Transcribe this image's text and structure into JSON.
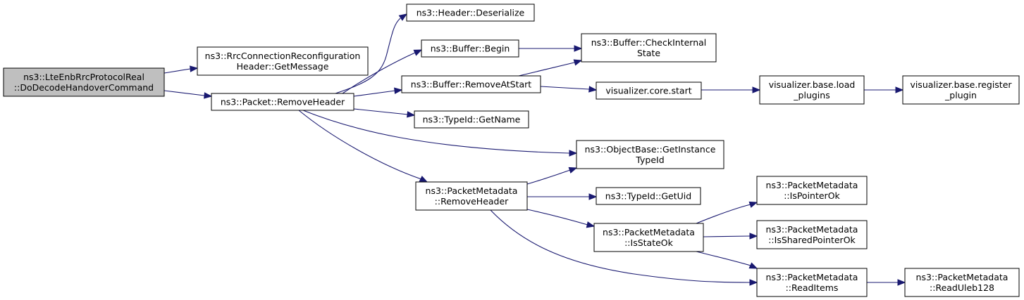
{
  "graph": {
    "edge_color": "#191970",
    "root_fill": "#bfbfbf",
    "node_fill": "#ffffff",
    "nodes": [
      {
        "id": "root",
        "lines": [
          "ns3::LteEnbRrcProtocolReal",
          "::DoDecodeHandoverCommand"
        ]
      },
      {
        "id": "rrc_getmsg",
        "lines": [
          "ns3::RrcConnectionReconfiguration",
          "Header::GetMessage"
        ]
      },
      {
        "id": "pkt_removehdr",
        "lines": [
          "ns3::Packet::RemoveHeader"
        ]
      },
      {
        "id": "hdr_deser",
        "lines": [
          "ns3::Header::Deserialize"
        ]
      },
      {
        "id": "buf_begin",
        "lines": [
          "ns3::Buffer::Begin"
        ]
      },
      {
        "id": "buf_check",
        "lines": [
          "ns3::Buffer::CheckInternal",
          "State"
        ]
      },
      {
        "id": "buf_removeat",
        "lines": [
          "ns3::Buffer::RemoveAtStart"
        ]
      },
      {
        "id": "vis_start",
        "lines": [
          "visualizer.core.start"
        ]
      },
      {
        "id": "vis_load",
        "lines": [
          "visualizer.base.load",
          "_plugins"
        ]
      },
      {
        "id": "vis_register",
        "lines": [
          "visualizer.base.register",
          "_plugin"
        ]
      },
      {
        "id": "typeid_name",
        "lines": [
          "ns3::TypeId::GetName"
        ]
      },
      {
        "id": "objbase_gettid",
        "lines": [
          "ns3::ObjectBase::GetInstance",
          "TypeId"
        ]
      },
      {
        "id": "pm_removehdr",
        "lines": [
          "ns3::PacketMetadata",
          "::RemoveHeader"
        ]
      },
      {
        "id": "typeid_uid",
        "lines": [
          "ns3::TypeId::GetUid"
        ]
      },
      {
        "id": "pm_isptr",
        "lines": [
          "ns3::PacketMetadata",
          "::IsPointerOk"
        ]
      },
      {
        "id": "pm_isstate",
        "lines": [
          "ns3::PacketMetadata",
          "::IsStateOk"
        ]
      },
      {
        "id": "pm_isshared",
        "lines": [
          "ns3::PacketMetadata",
          "::IsSharedPointerOk"
        ]
      },
      {
        "id": "pm_readitems",
        "lines": [
          "ns3::PacketMetadata",
          "::ReadItems"
        ]
      },
      {
        "id": "pm_readuleb",
        "lines": [
          "ns3::PacketMetadata",
          "::ReadUleb128"
        ]
      }
    ],
    "edges": [
      {
        "from": "root",
        "to": "rrc_getmsg"
      },
      {
        "from": "root",
        "to": "pkt_removehdr"
      },
      {
        "from": "pkt_removehdr",
        "to": "hdr_deser"
      },
      {
        "from": "pkt_removehdr",
        "to": "buf_begin"
      },
      {
        "from": "pkt_removehdr",
        "to": "buf_removeat"
      },
      {
        "from": "pkt_removehdr",
        "to": "typeid_name"
      },
      {
        "from": "pkt_removehdr",
        "to": "objbase_gettid"
      },
      {
        "from": "pkt_removehdr",
        "to": "pm_removehdr"
      },
      {
        "from": "buf_begin",
        "to": "buf_check"
      },
      {
        "from": "buf_removeat",
        "to": "buf_check"
      },
      {
        "from": "buf_removeat",
        "to": "vis_start"
      },
      {
        "from": "vis_start",
        "to": "vis_load"
      },
      {
        "from": "vis_load",
        "to": "vis_register"
      },
      {
        "from": "pm_removehdr",
        "to": "objbase_gettid"
      },
      {
        "from": "pm_removehdr",
        "to": "typeid_uid"
      },
      {
        "from": "pm_removehdr",
        "to": "pm_isstate"
      },
      {
        "from": "pm_removehdr",
        "to": "pm_readitems"
      },
      {
        "from": "pm_isstate",
        "to": "pm_isptr"
      },
      {
        "from": "pm_isstate",
        "to": "pm_isshared"
      },
      {
        "from": "pm_isstate",
        "to": "pm_readitems"
      },
      {
        "from": "pm_readitems",
        "to": "pm_readuleb"
      }
    ]
  }
}
